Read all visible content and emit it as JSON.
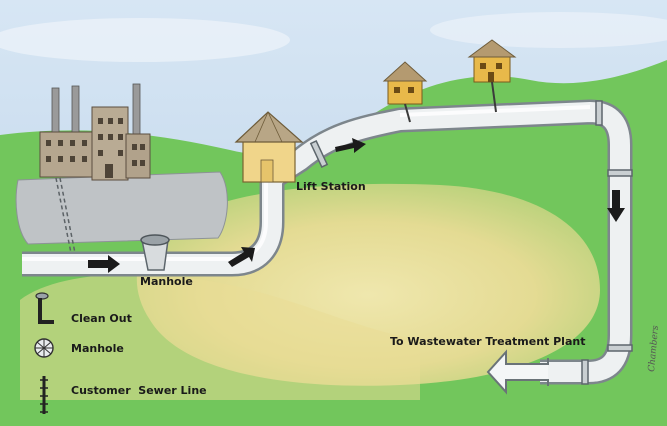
{
  "diagram": {
    "labels": {
      "lift_station": "Lift Station",
      "manhole": "Manhole",
      "treatment_plant": "To Wastewater Treatment Plant"
    },
    "legend": [
      {
        "icon": "clean-out-icon",
        "label": "Clean Out"
      },
      {
        "icon": "manhole-icon",
        "label": "Manhole"
      },
      {
        "icon": "customer-sewer-line-icon",
        "label": "Customer  Sewer Line"
      }
    ],
    "signature": "Chambers",
    "colors": {
      "sky": "#c9dcee",
      "grass": "#6fc55a",
      "pipe": "#e9ecee",
      "arrow": "#1b1b1b",
      "building": "#b7a792",
      "house": "#e8b94a",
      "lift_station": "#f0d58a"
    }
  }
}
